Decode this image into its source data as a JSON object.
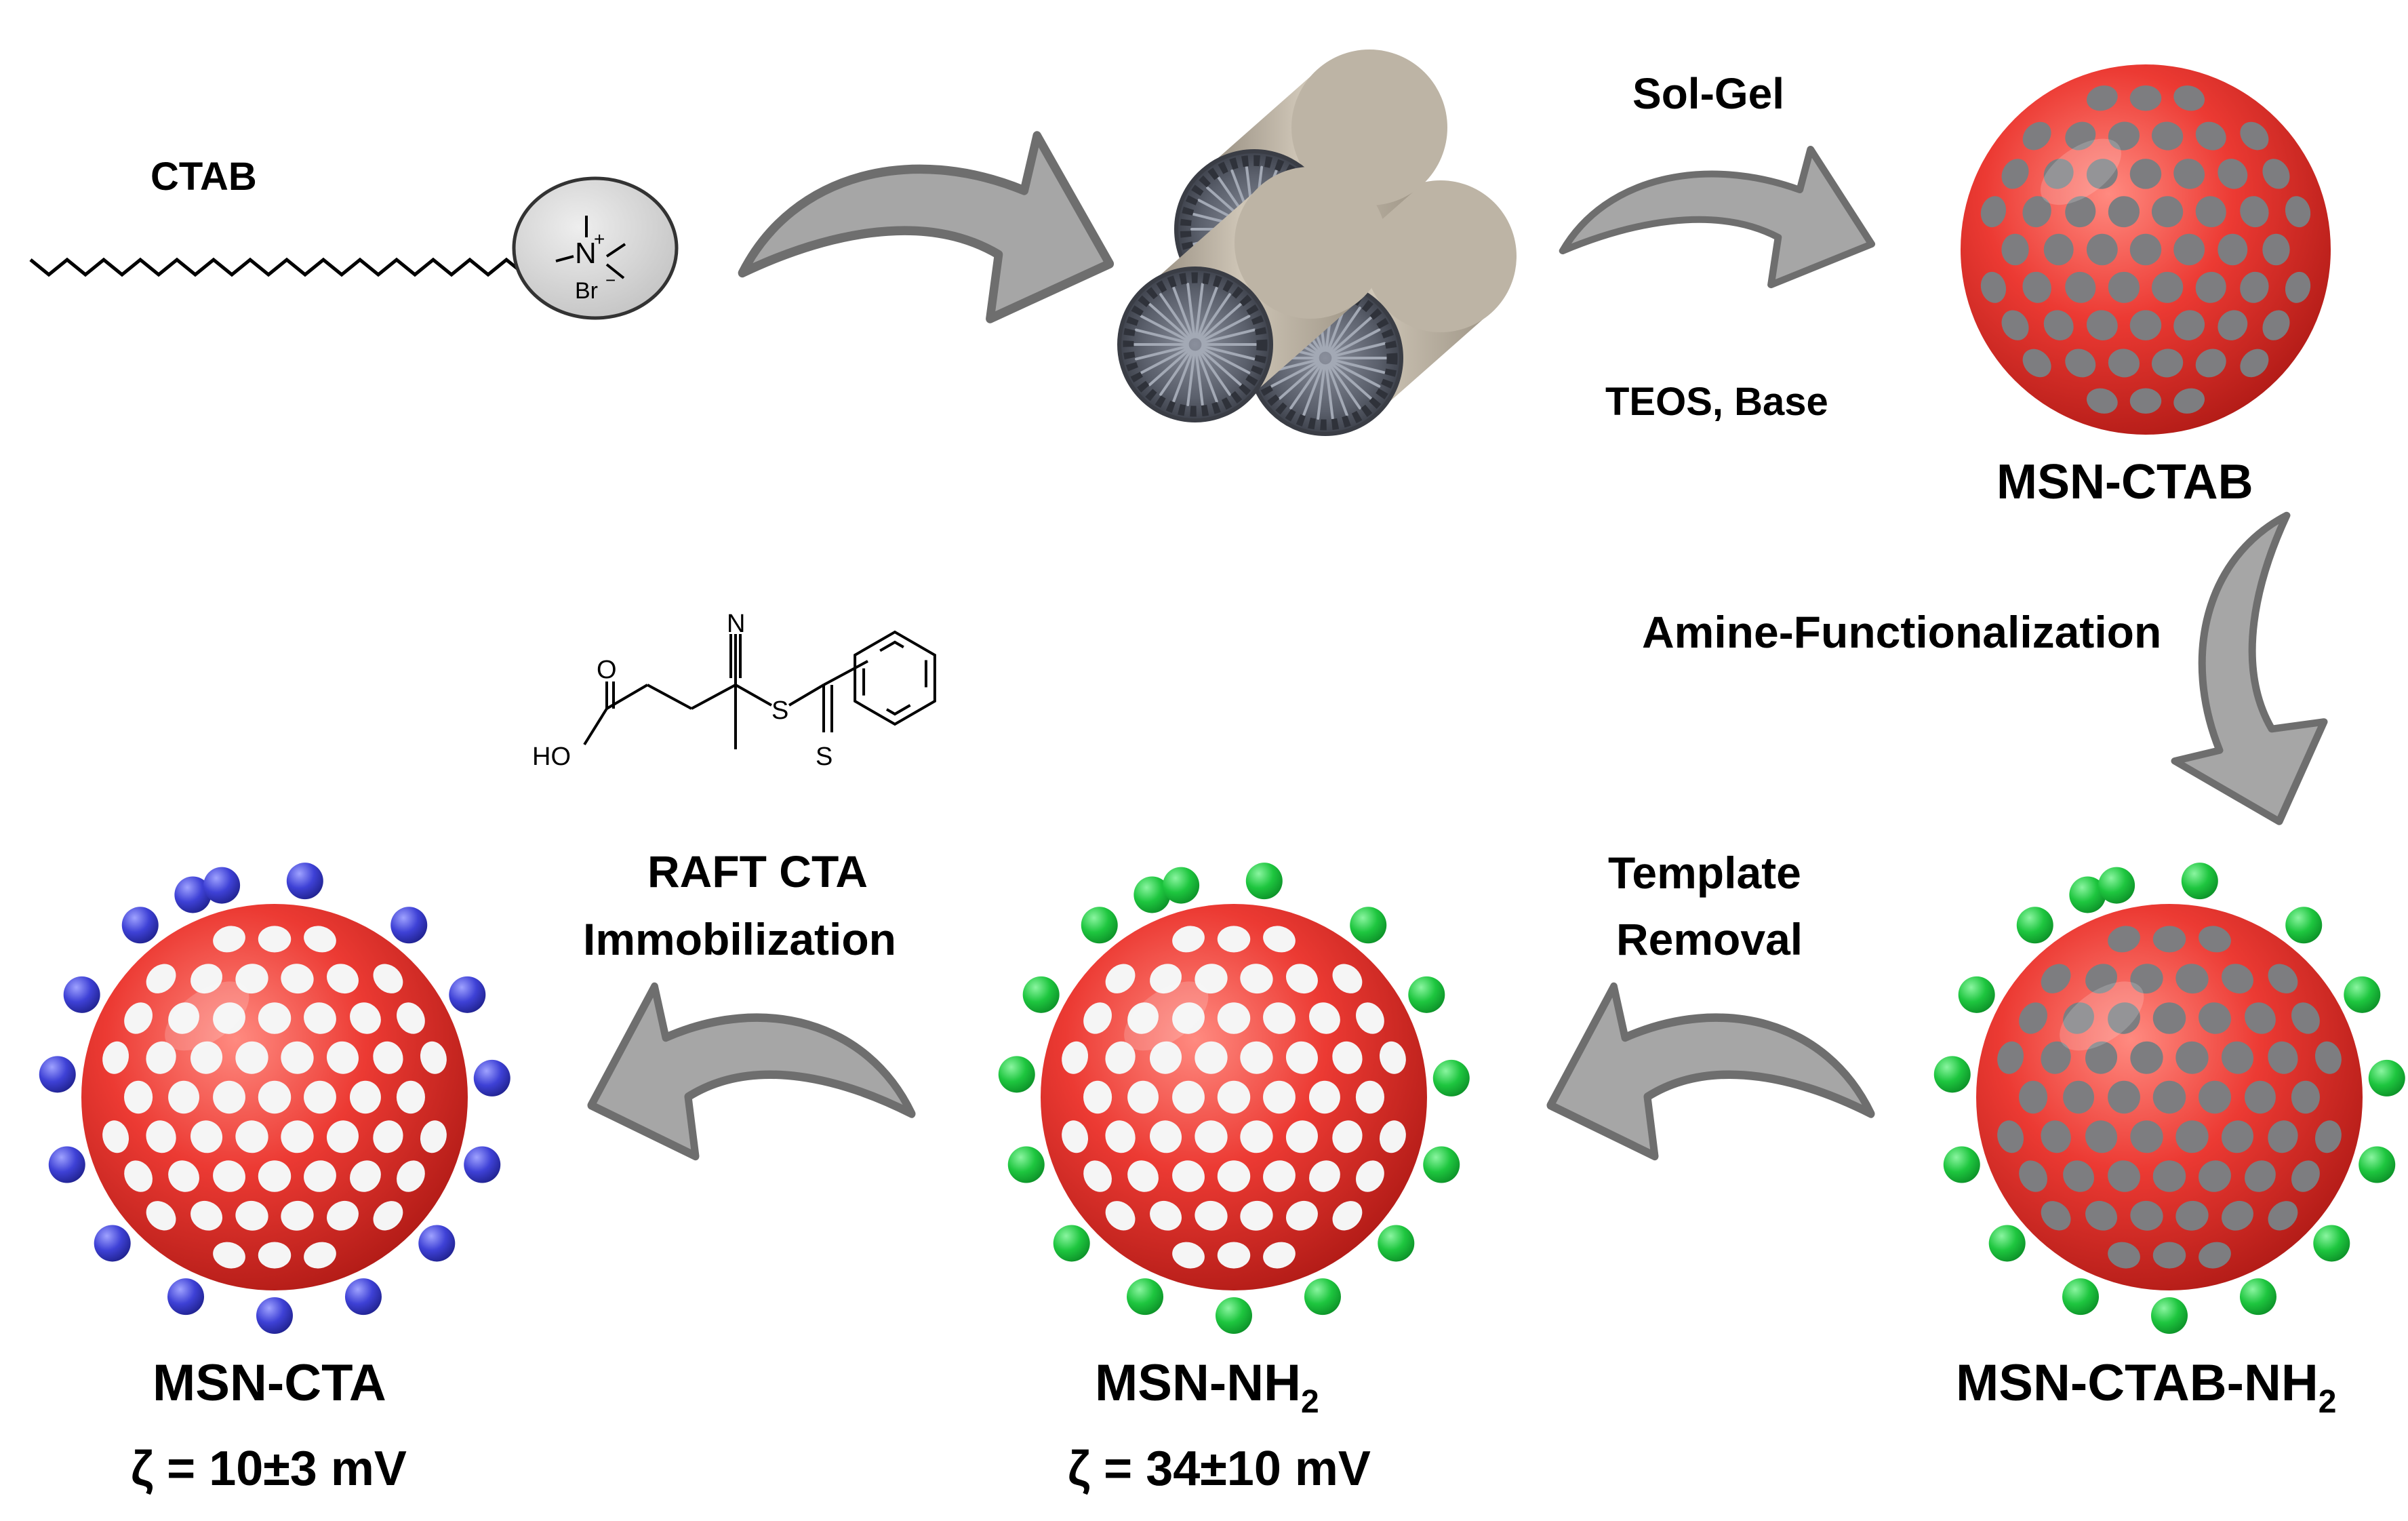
{
  "labels": {
    "ctab": "CTAB",
    "sol_gel": "Sol-Gel",
    "teos_base": "TEOS, Base",
    "msn_ctab": "MSN-CTAB",
    "amine_functionalization": "Amine-Functionalization",
    "template_removal_line1": "Template",
    "template_removal_line2": "Removal",
    "raft_line1": "RAFT CTA",
    "raft_line2": "Immobilization",
    "msn_ctab_nh2_main": "MSN-CTAB-NH",
    "msn_ctab_nh2_sub": "2",
    "msn_nh2_main": "MSN-NH",
    "msn_nh2_sub": "2",
    "msn_cta": "MSN-CTA",
    "zeta_nh2": "ζ = 34±10 mV",
    "zeta_cta": "ζ = 10±3 mV"
  },
  "chemistry": {
    "ammonium_n": "N",
    "ammonium_charge": "+",
    "bromide": "Br",
    "bromide_charge": "−",
    "cta_oxygen": "O",
    "cta_hydroxyl": "HO",
    "cta_nitrogen": "N",
    "cta_sulfur_1": "S",
    "cta_sulfur_2": "S"
  },
  "colors": {
    "sphere_red": "#e8332e",
    "pore_gray": "#7d7d80",
    "pore_white": "#f5f5f5",
    "amine_green": "#19c23a",
    "cta_blue": "#3c3fd0",
    "arrow_fill": "#a6a6a6",
    "arrow_stroke": "#6e6e6e",
    "micelle_gray": "#595d69",
    "rod_tan": "#b8ad9e"
  }
}
